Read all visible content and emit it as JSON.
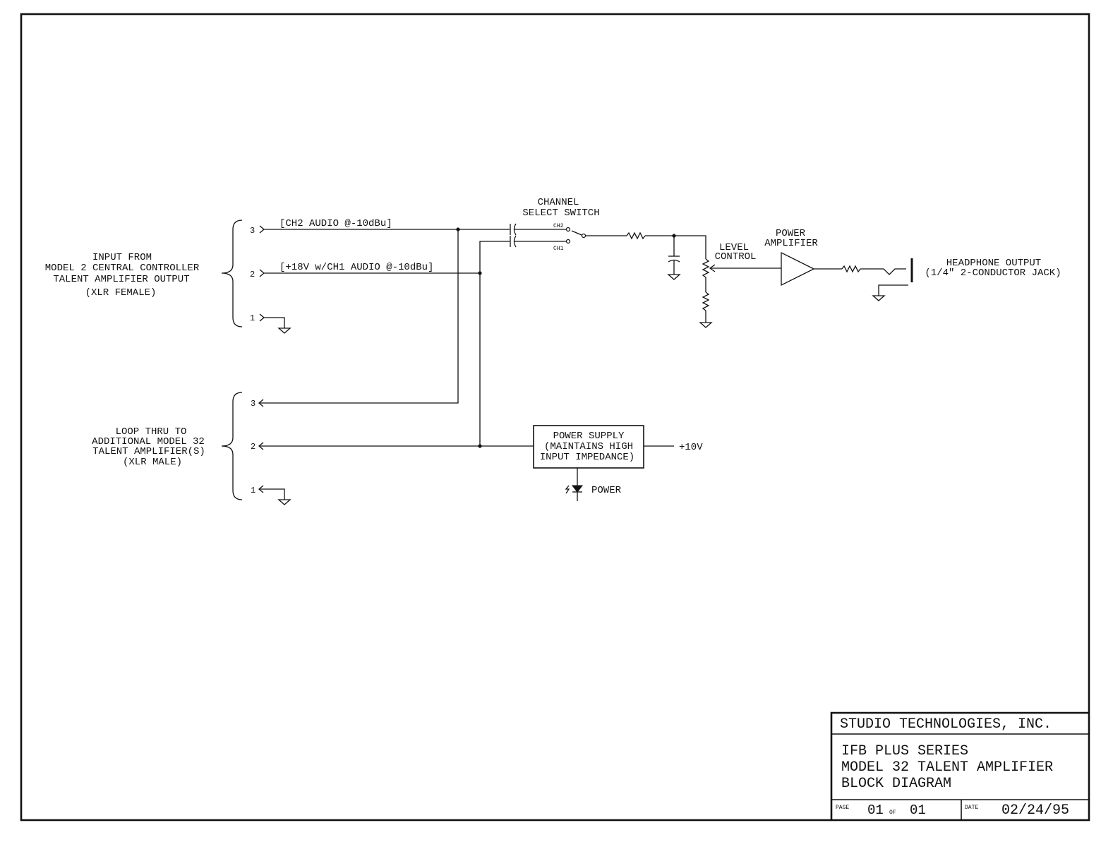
{
  "input_section": {
    "label_lines": [
      "INPUT FROM",
      "MODEL 2 CENTRAL CONTROLLER",
      "TALENT AMPLIFIER OUTPUT",
      "(XLR FEMALE)"
    ],
    "pins": [
      "3",
      "2",
      "1"
    ],
    "pin3_signal": "[CH2 AUDIO @-10dBu]",
    "pin2_signal": "[+18V w/CH1 AUDIO @-10dBu]"
  },
  "loop_thru_section": {
    "label_lines": [
      "LOOP THRU TO",
      "ADDITIONAL MODEL 32",
      "TALENT AMPLIFIER(S)",
      "(XLR MALE)"
    ],
    "pins": [
      "3",
      "2",
      "1"
    ]
  },
  "channel_switch": {
    "label_lines": [
      "CHANNEL",
      "SELECT SWITCH"
    ],
    "ch2": "CH2",
    "ch1": "CH1"
  },
  "level_control": {
    "label_lines": [
      "LEVEL",
      "CONTROL"
    ]
  },
  "power_amplifier": {
    "label_lines": [
      "POWER",
      "AMPLIFIER"
    ]
  },
  "headphone_output": {
    "label_lines": [
      "HEADPHONE OUTPUT",
      "(1/4\" 2-CONDUCTOR JACK)"
    ]
  },
  "power_supply": {
    "label_lines": [
      "POWER SUPPLY",
      "(MAINTAINS HIGH",
      "INPUT IMPEDANCE)"
    ],
    "output": "+10V",
    "power_led": "POWER"
  },
  "title_block": {
    "company": "STUDIO TECHNOLOGIES, INC.",
    "title_lines": [
      "IFB PLUS SERIES",
      "MODEL 32 TALENT AMPLIFIER",
      "BLOCK DIAGRAM"
    ],
    "page_label": "PAGE",
    "page": "01",
    "of_label": "OF",
    "page_total": "01",
    "date_label": "DATE",
    "date": "02/24/95"
  }
}
